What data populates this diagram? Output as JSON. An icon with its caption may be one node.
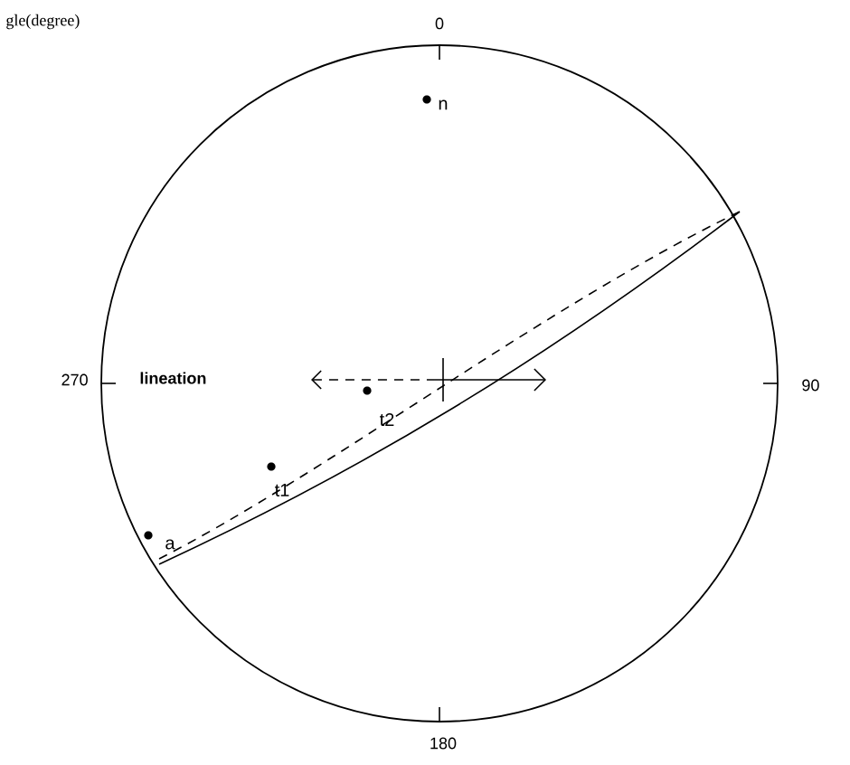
{
  "diagram": {
    "labels": [
      "gle(degree)",
      "0",
      "n",
      "270",
      "lineation",
      "90",
      "t2",
      "t1",
      "a",
      "180"
    ]
  }
}
